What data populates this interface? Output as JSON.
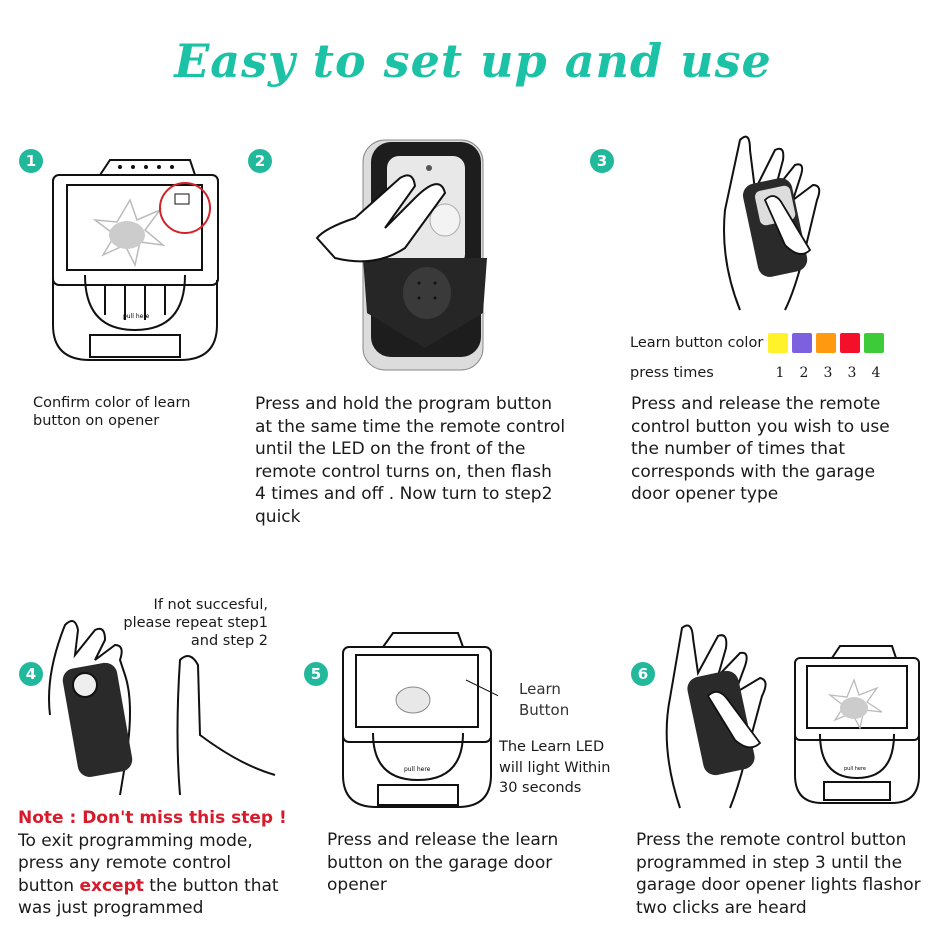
{
  "title": "Easy to set up and use",
  "accent_color": "#1cc2a6",
  "steps": [
    {
      "number": "1",
      "caption": "Confirm color of learn\nbutton on opener",
      "illustration": "garage-opener-with-learn-button-circled"
    },
    {
      "number": "2",
      "caption": "Press and hold the program button\nat the same time the remote control\nuntil the LED on  the front of the\nremote control turns on, then  flash\n4 times and off . Now turn to step2\nquick",
      "illustration": "fingers-pressing-two-remote-buttons"
    },
    {
      "number": "3",
      "caption": "Press and release the remote\ncontrol button   you wish to use\nthe number of times that\ncorresponds with the garage\ndoor opener type",
      "illustration": "hand-pressing-remote"
    },
    {
      "number": "4",
      "callout": "If not succesful,\nplease repeat step1\nand step 2",
      "note_title": "Note : Don't miss this step !",
      "caption_pre": "To exit programming mode,\npress any remote  control\nbutton ",
      "caption_emphasis": "except",
      "caption_post": " the button that\nwas just  programmed",
      "illustration": "hand-holding-remote-and-finger"
    },
    {
      "number": "5",
      "callout_label": "Learn\nButton",
      "callout_note": "The Learn LED\nwill light Within\n30 seconds",
      "caption": "Press and release the learn\nbutton on the garage door\nopener",
      "illustration": "garage-opener-learn-button"
    },
    {
      "number": "6",
      "caption": "Press the remote control button\nprogrammed in step 3 until the\ngarage door opener lights flashor\ntwo clicks are heard",
      "illustration": "hand-remote-and-opener-lit"
    }
  ],
  "learn_table": {
    "color_label": "Learn button color",
    "press_label": "press times",
    "entries": [
      {
        "color": "#fff22a",
        "name": "yellow",
        "presses": "1"
      },
      {
        "color": "#7b61e0",
        "name": "purple",
        "presses": "2"
      },
      {
        "color": "#ff9a10",
        "name": "orange",
        "presses": "3"
      },
      {
        "color": "#f5102a",
        "name": "red",
        "presses": "3"
      },
      {
        "color": "#3ecb3a",
        "name": "green",
        "presses": "4"
      }
    ]
  },
  "opener_label": "pull here"
}
